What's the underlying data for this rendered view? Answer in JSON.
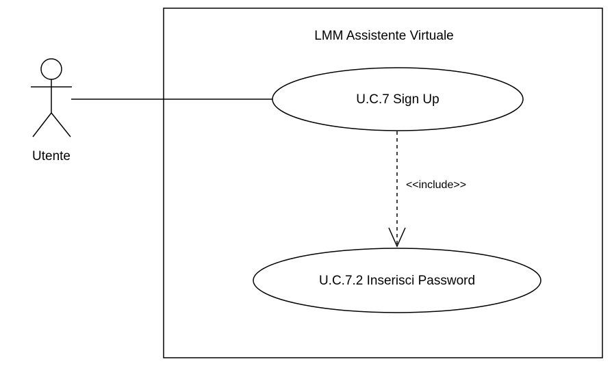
{
  "system": {
    "title": "LMM Assistente Virtuale"
  },
  "actor": {
    "name": "Utente"
  },
  "use_cases": {
    "sign_up": "U.C.7 Sign Up",
    "password": "U.C.7.2 Inserisci Password"
  },
  "relationship": {
    "stereotype": "<<include>>"
  },
  "colors": {
    "stroke": "#000000",
    "background": "#ffffff"
  }
}
